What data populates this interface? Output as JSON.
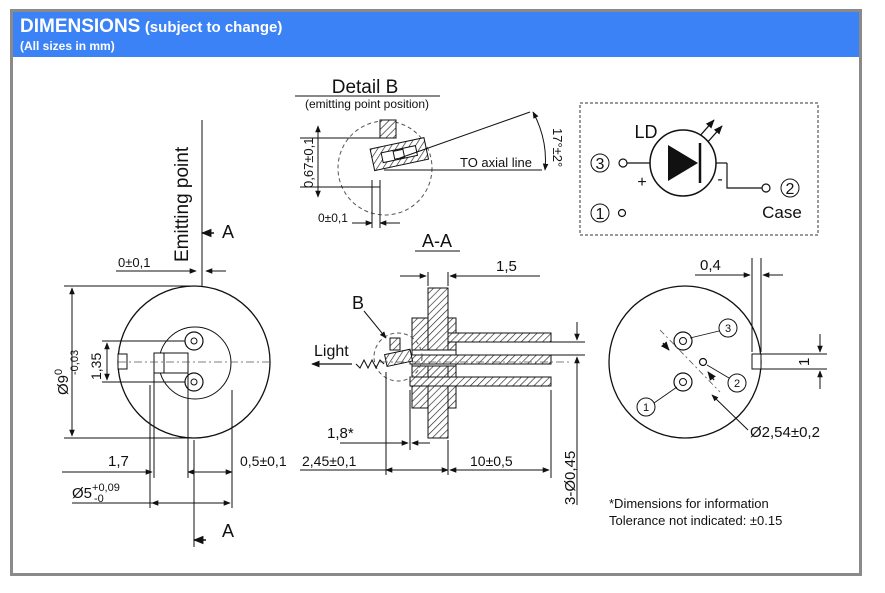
{
  "header": {
    "title": "DIMENSIONS",
    "subtitle": "(subject to change)",
    "units_note": "(All sizes in mm)"
  },
  "detail_b": {
    "title": "Detail B",
    "subtitle": "(emitting point position)",
    "dim_vertical": "0,67±0,1",
    "dim_horizontal": "0±0,1",
    "axial_label": "TO axial line",
    "angle": "17°±2°"
  },
  "pinout": {
    "ld_label": "LD",
    "pin3": "3",
    "pin2": "2",
    "pin1": "1",
    "plus": "+",
    "minus": "-",
    "case_label": "Case"
  },
  "front_view": {
    "emitting_point": "Emitting point",
    "section_a_top": "A",
    "section_a_bottom": "A",
    "dim_top": "0±0,1",
    "dim_diameter_9": "Ø9",
    "dim_diameter_9_upper": "0",
    "dim_diameter_9_lower": "-0,03",
    "dim_135": "1,35",
    "dim_17": "1,7",
    "dim_05": "0,5±0,1",
    "dim_diameter_5": "Ø5",
    "dim_diameter_5_upper": "+0,09",
    "dim_diameter_5_lower": "-0"
  },
  "section_view": {
    "title": "A-A",
    "dim_15": "1,5",
    "label_b": "B",
    "light": "Light",
    "dim_18": "1,8*",
    "dim_245": "2,45±0,1",
    "dim_10": "10±0,5",
    "dim_pins": "3-Ø0,45"
  },
  "rear_view": {
    "dim_04": "0,4",
    "dim_1": "1",
    "pin3": "3",
    "pin2": "2",
    "pin1": "1",
    "dim_254": "Ø2,54±0,2"
  },
  "notes": {
    "line1": "*Dimensions for information",
    "line2": "Tolerance not indicated: ±0.15"
  }
}
